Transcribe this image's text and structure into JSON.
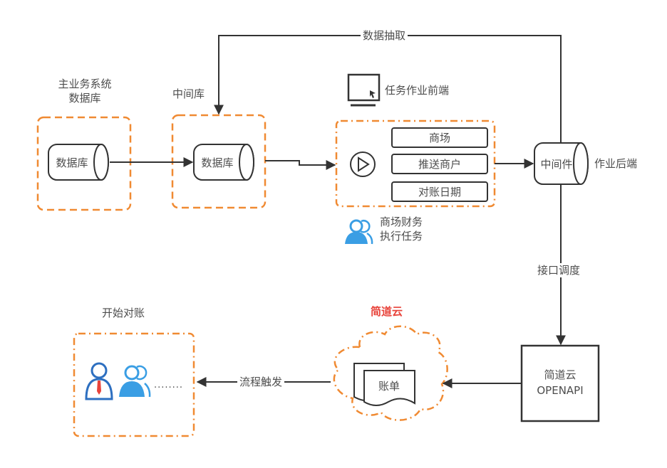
{
  "diagram": {
    "title": "",
    "nodes": {
      "main_system": {
        "caption_line1": "主业务系统",
        "caption_line2": "数据库",
        "db_label": "数据库"
      },
      "intermediate_db": {
        "caption": "中间库",
        "db_label": "数据库"
      },
      "task_frontend": {
        "caption": "任务作业前端",
        "fields": [
          "商场",
          "推送商户",
          "对账日期"
        ],
        "icon": "monitor-icon",
        "play_icon": "play-icon"
      },
      "executor": {
        "line1": "商场财务",
        "line2": "执行任务",
        "icon": "users-icon"
      },
      "middleware": {
        "label": "中间件",
        "caption": "作业后端"
      },
      "openapi": {
        "line1": "简道云",
        "line2": "OPENAPI"
      },
      "jdy_cloud": {
        "caption": "简道云",
        "doc_label": "账单"
      },
      "start_reconcile": {
        "caption": "开始对账",
        "ellipsis": "........"
      }
    },
    "edges": {
      "data_extract": "数据抽取",
      "api_schedule": "接口调度",
      "flow_trigger": "流程触发"
    },
    "colors": {
      "dashed_border": "#f08a32",
      "line": "#333333",
      "accent_red": "#e8433a",
      "user_blue": "#3a9ee4",
      "user_dark_blue": "#2d6fc0"
    }
  }
}
